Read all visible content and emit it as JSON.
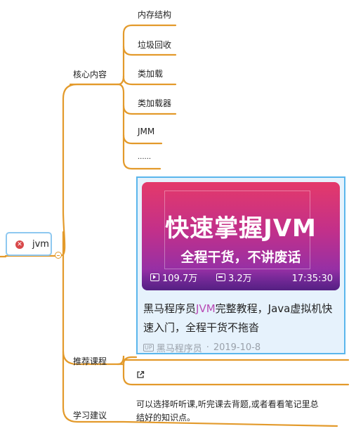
{
  "root": {
    "label": "jvm",
    "icon": "close-circle-icon"
  },
  "branches": {
    "core": {
      "label": "核心内容",
      "children": [
        "内存结构",
        "垃圾回收",
        "类加载",
        "类加载器",
        "JMM",
        "......"
      ]
    },
    "course": {
      "label": "推荐课程",
      "card": {
        "thumb_title": "快速掌握JVM",
        "thumb_subtitle": "全程干货，不讲废话",
        "views": "109.7万",
        "danmaku": "3.2万",
        "duration": "17:35:30",
        "title_prefix": "黑马程序员",
        "title_highlight": "JVM",
        "title_suffix": "完整教程，Java虚拟机快速入门，全程干货不拖沓",
        "uploader_badge": "UP",
        "uploader": "黑马程序员",
        "separator": "·",
        "date": "2019-10-8"
      },
      "link_icon": "external-link-icon"
    },
    "advice": {
      "label": "学习建议",
      "text_line1": "可以选择听听课,听完课去背题,或者看看笔记里总",
      "text_line2": "结好的知识点。"
    }
  },
  "colors": {
    "branch": "#e39a2b",
    "accent_border": "#5ab6ec",
    "root_icon": "#d8484a"
  }
}
